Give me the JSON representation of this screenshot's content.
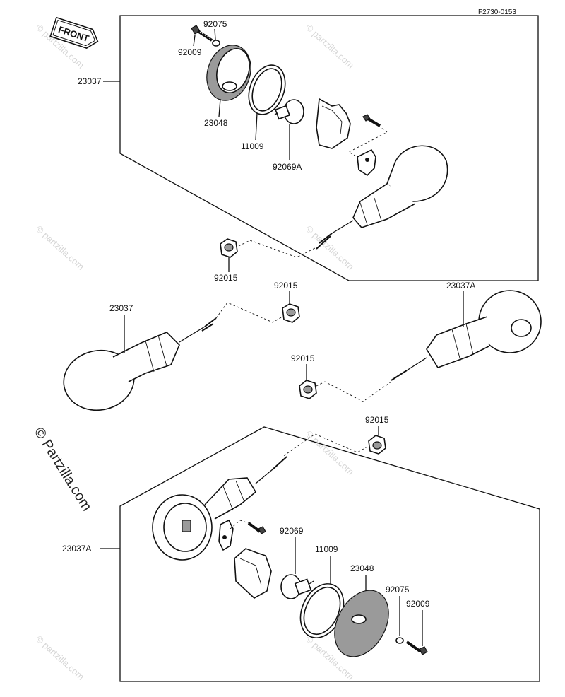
{
  "diagram_code": "F2730-0153",
  "front_tag": "FRONT",
  "watermark": {
    "side_text": "© Partzilla.com",
    "tile_text": "© partzilla.com"
  },
  "labels": {
    "p23037_top": "23037",
    "p92075_top": "92075",
    "p92009_top": "92009",
    "p23048_top": "23048",
    "p11009_top": "11009",
    "p92069A": "92069A",
    "p92015_a": "92015",
    "p23037_left": "23037",
    "p92015_b": "92015",
    "p23037A_right": "23037A",
    "p92015_c": "92015",
    "p92015_d": "92015",
    "p23037A_bottom": "23037A",
    "p92069": "92069",
    "p11009_bottom": "11009",
    "p23048_bottom": "23048",
    "p92075_bottom": "92075",
    "p92009_bottom": "92009"
  }
}
